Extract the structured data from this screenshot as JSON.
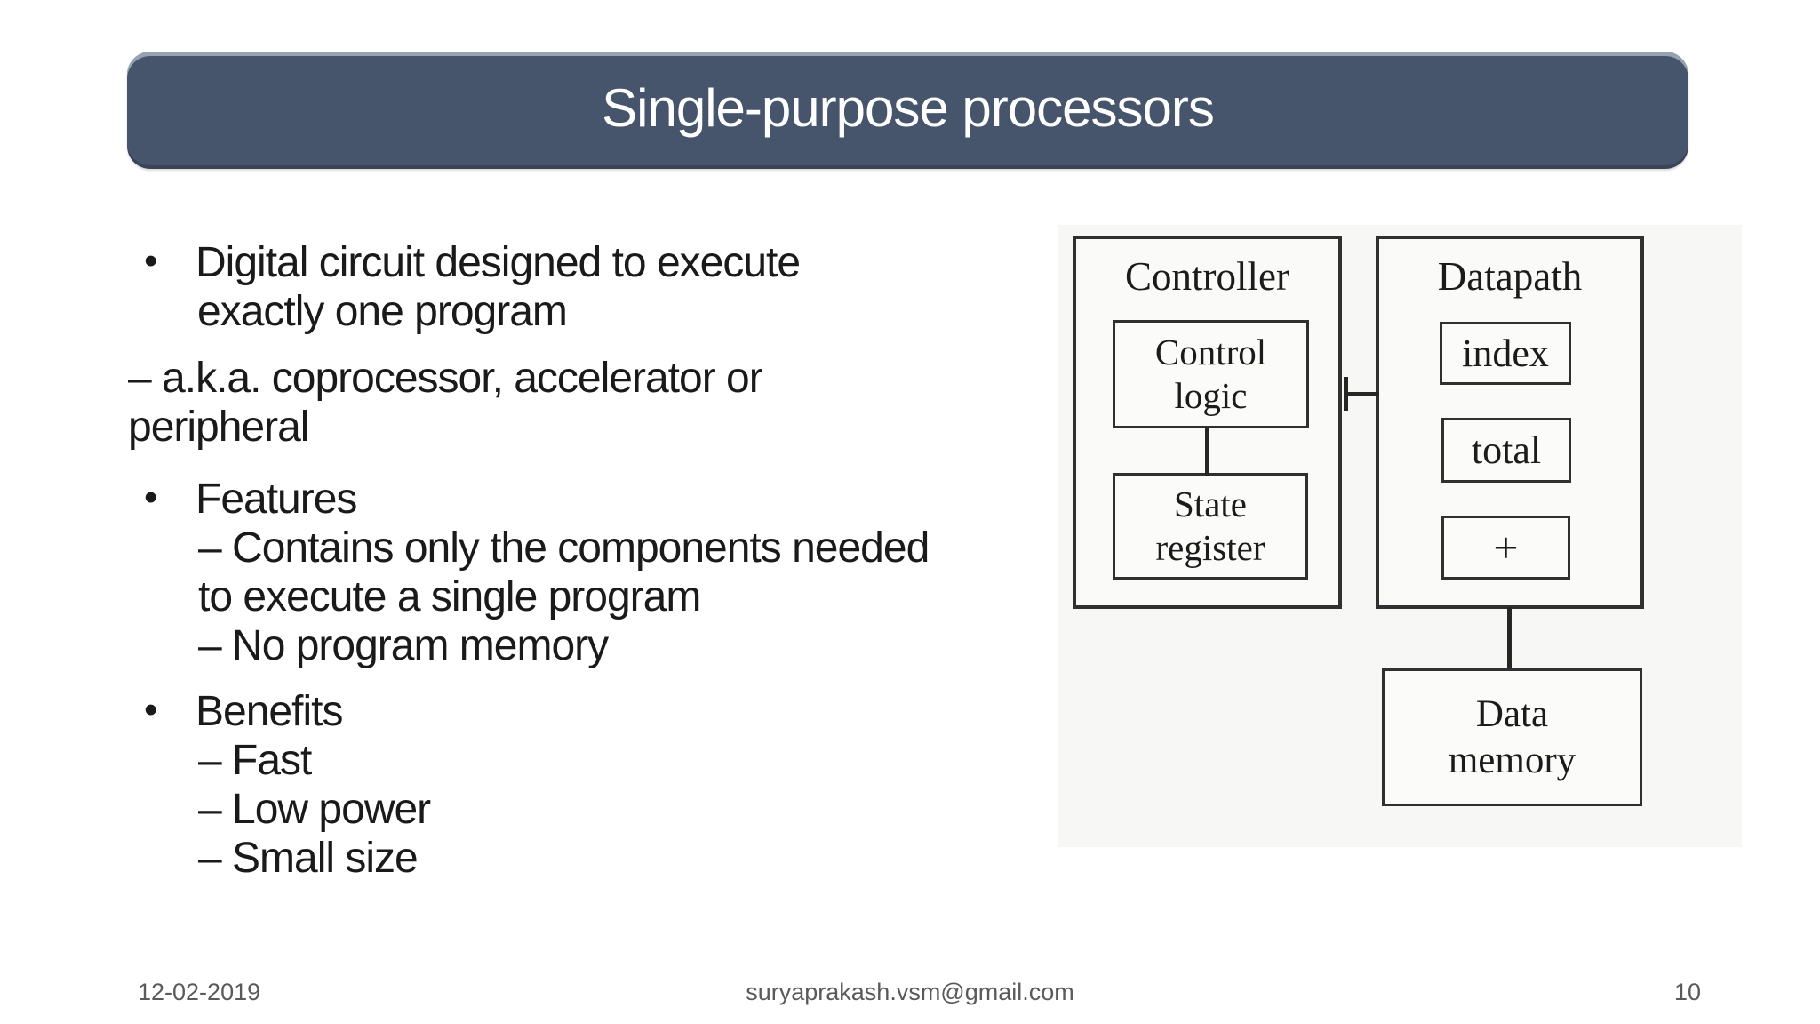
{
  "slide": {
    "title": "Single-purpose processors",
    "bullet_char": "•",
    "lines": [
      {
        "text": "Digital circuit designed to execute"
      },
      {
        "text": "exactly one program"
      },
      {
        "text": "– a.k.a. coprocessor, accelerator or"
      },
      {
        "text": "peripheral"
      },
      {
        "text": "Features"
      },
      {
        "text": "– Contains only the components needed"
      },
      {
        "text": "to execute a single program"
      },
      {
        "text": "– No program memory"
      },
      {
        "text": "Benefits"
      },
      {
        "text": "– Fast"
      },
      {
        "text": "– Low power"
      },
      {
        "text": "– Small size"
      }
    ],
    "footer": {
      "date": "12-02-2019",
      "email": "suryaprakash.vsm@gmail.com",
      "page": "10"
    }
  },
  "diagram": {
    "controller_label": "Controller",
    "control_logic_label": "Control logic",
    "state_register_label": "State register",
    "datapath_label": "Datapath",
    "index_label": "index",
    "total_label": "total",
    "adder_label": "+",
    "data_memory_label": "Data memory"
  },
  "colors": {
    "title_bar": "#46556b",
    "body_text": "#1a1a1a",
    "footer_text": "#5a5a5a",
    "diagram_line": "#303030"
  }
}
